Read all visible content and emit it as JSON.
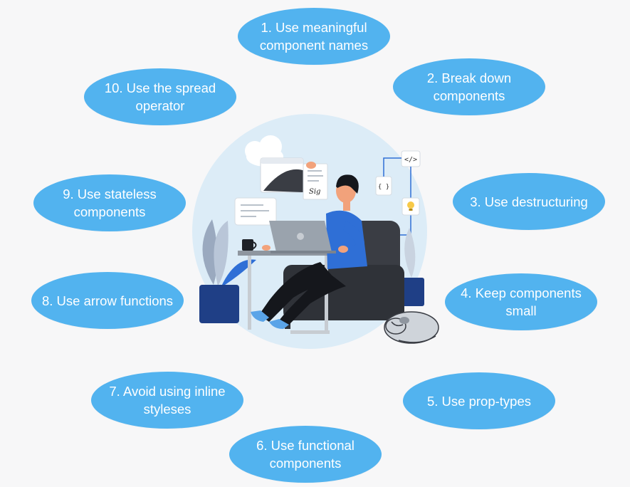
{
  "colors": {
    "pill": "#52b3ef",
    "background": "#f7f7f8",
    "circle": "#dcecf7",
    "shirt": "#2f6fd6",
    "chair": "#3a3d44",
    "pants": "#15171c",
    "pot": "#1f3f86"
  },
  "tips": [
    {
      "label": "1. Use meaningful component names"
    },
    {
      "label": "2. Break down components"
    },
    {
      "label": "3. Use destructuring"
    },
    {
      "label": "4. Keep components small"
    },
    {
      "label": "5. Use prop-types"
    },
    {
      "label": "6. Use functional components"
    },
    {
      "label": "7. Avoid using inline styleses"
    },
    {
      "label": "8. Use arrow functions"
    },
    {
      "label": "9. Use stateless components"
    },
    {
      "label": "10. Use the spread operator"
    }
  ],
  "illustration": {
    "code_tag": "</>",
    "braces": "{ }",
    "signature": "Sig"
  }
}
